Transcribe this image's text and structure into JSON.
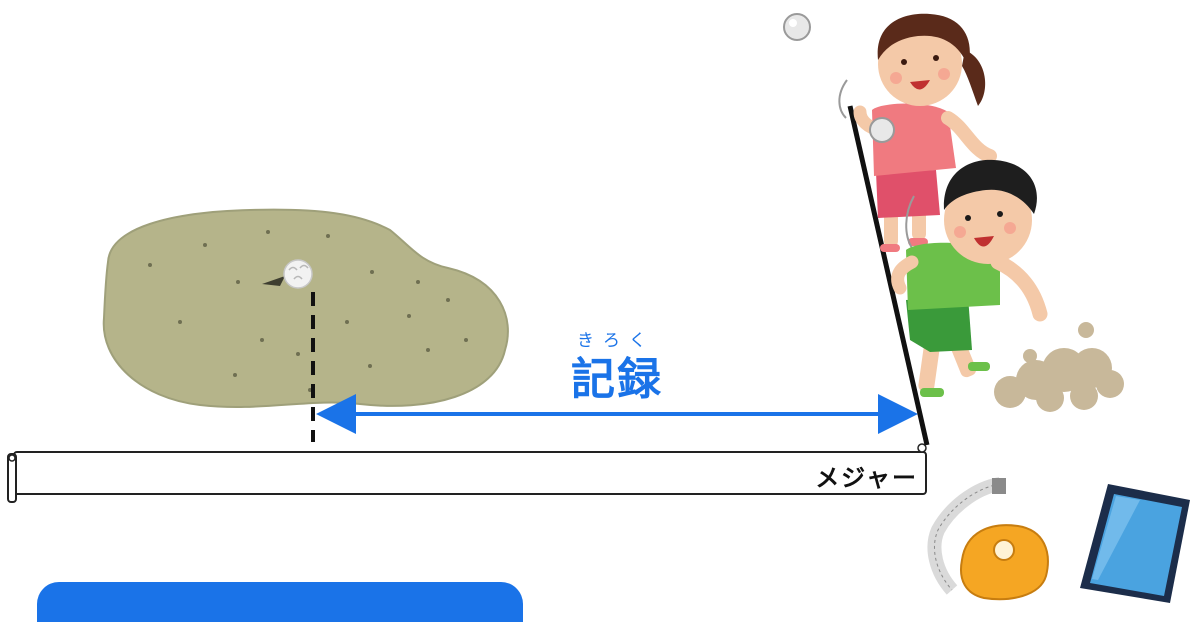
{
  "labels": {
    "furigana": "きろく",
    "record": "記録",
    "measure": "メジャー"
  },
  "colors": {
    "accent_blue": "#1a73e8",
    "sand": "#b5b48a",
    "shirt_girl": "#f07a80",
    "shirt_boy": "#6cc04a",
    "measure_case": "#f5a623",
    "tablet_screen": "#4aa3e0"
  },
  "icons": [
    "sand-pit-icon",
    "ball-icon",
    "children-throwing-icon",
    "tape-measure-icon",
    "tablet-icon",
    "dust-cloud-icon"
  ]
}
